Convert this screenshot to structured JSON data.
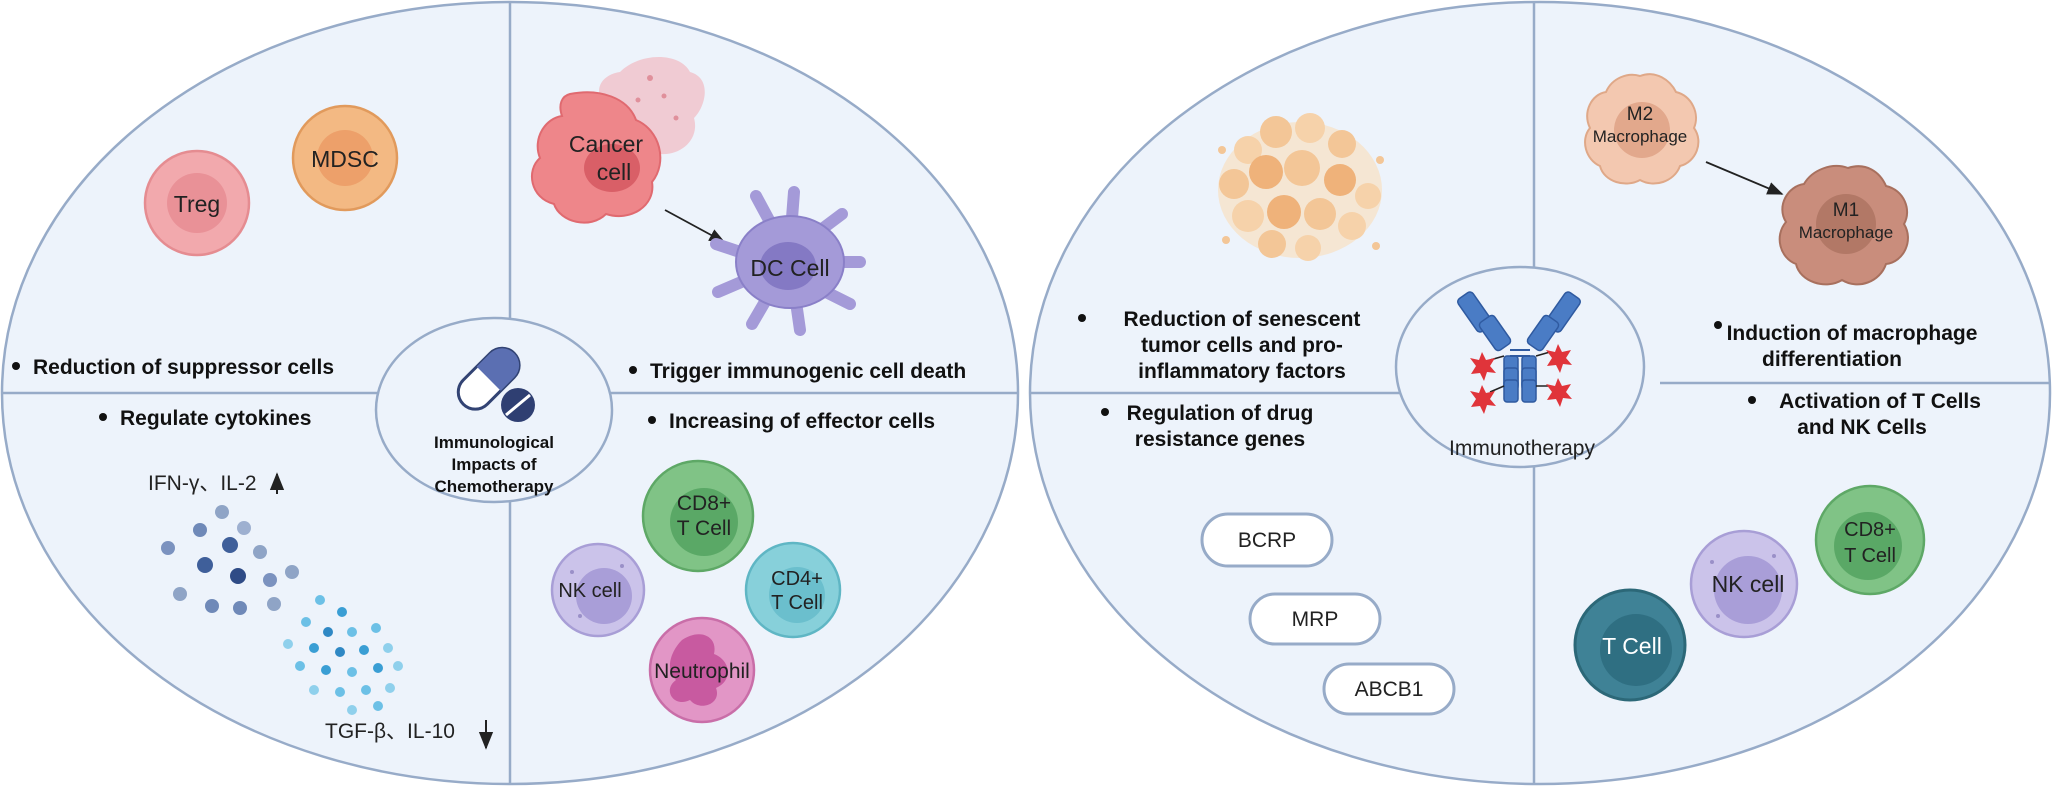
{
  "left_diagram": {
    "center_label": [
      "Immunological",
      "Impacts of",
      "Chemotherapy"
    ],
    "top_left": {
      "heading": "Reduction of  suppressor cells",
      "cells": [
        "Treg",
        "MDSC"
      ]
    },
    "top_right": {
      "heading": "Trigger immunogenic cell death",
      "cells": [
        "Cancer",
        "cell",
        "DC Cell"
      ]
    },
    "bottom_left": {
      "heading": "Regulate cytokines",
      "up_label": "IFN-γ、IL-2",
      "down_label": "TGF-β、IL-10"
    },
    "bottom_right": {
      "heading": "Increasing of effector cells",
      "cells": [
        "CD8+",
        "T Cell",
        "CD4+",
        "T Cell",
        "NK cell",
        "Neutrophil"
      ]
    }
  },
  "right_diagram": {
    "center_label": "Immunotherapy",
    "top_left": {
      "heading": [
        "Reduction of senescent",
        "tumor cells and pro-",
        "inflammatory factors"
      ]
    },
    "top_right": {
      "heading": [
        "Induction of  macrophage",
        "differentiation"
      ],
      "cells": [
        "M2",
        "Macrophage",
        "M1",
        "Macrophage"
      ]
    },
    "bottom_left": {
      "heading": [
        "Regulation  of drug",
        "resistance genes"
      ],
      "genes": [
        "BCRP",
        "MRP",
        "ABCB1"
      ]
    },
    "bottom_right": {
      "heading": [
        "Activation of T Cells",
        "and NK Cells"
      ],
      "cells": [
        "T Cell",
        "NK cell",
        "CD8+",
        "T Cell"
      ]
    }
  },
  "colors": {
    "panel_fill": "#edf3fb",
    "panel_stroke": "#97abc8",
    "treg": "#f2a9ad",
    "mdsc": "#f3b983",
    "cancer": "#ee868a",
    "dc": "#a49ad8",
    "cd8": "#80c386",
    "cd4": "#87d0da",
    "nk": "#cbc3ea",
    "neutrophil": "#e296c6",
    "tcell": "#3f8296",
    "antibody": "#4a7cc5",
    "star": "#e0343a",
    "macro_m2": "#f3c8b0",
    "macro_m1": "#c98d7c"
  }
}
